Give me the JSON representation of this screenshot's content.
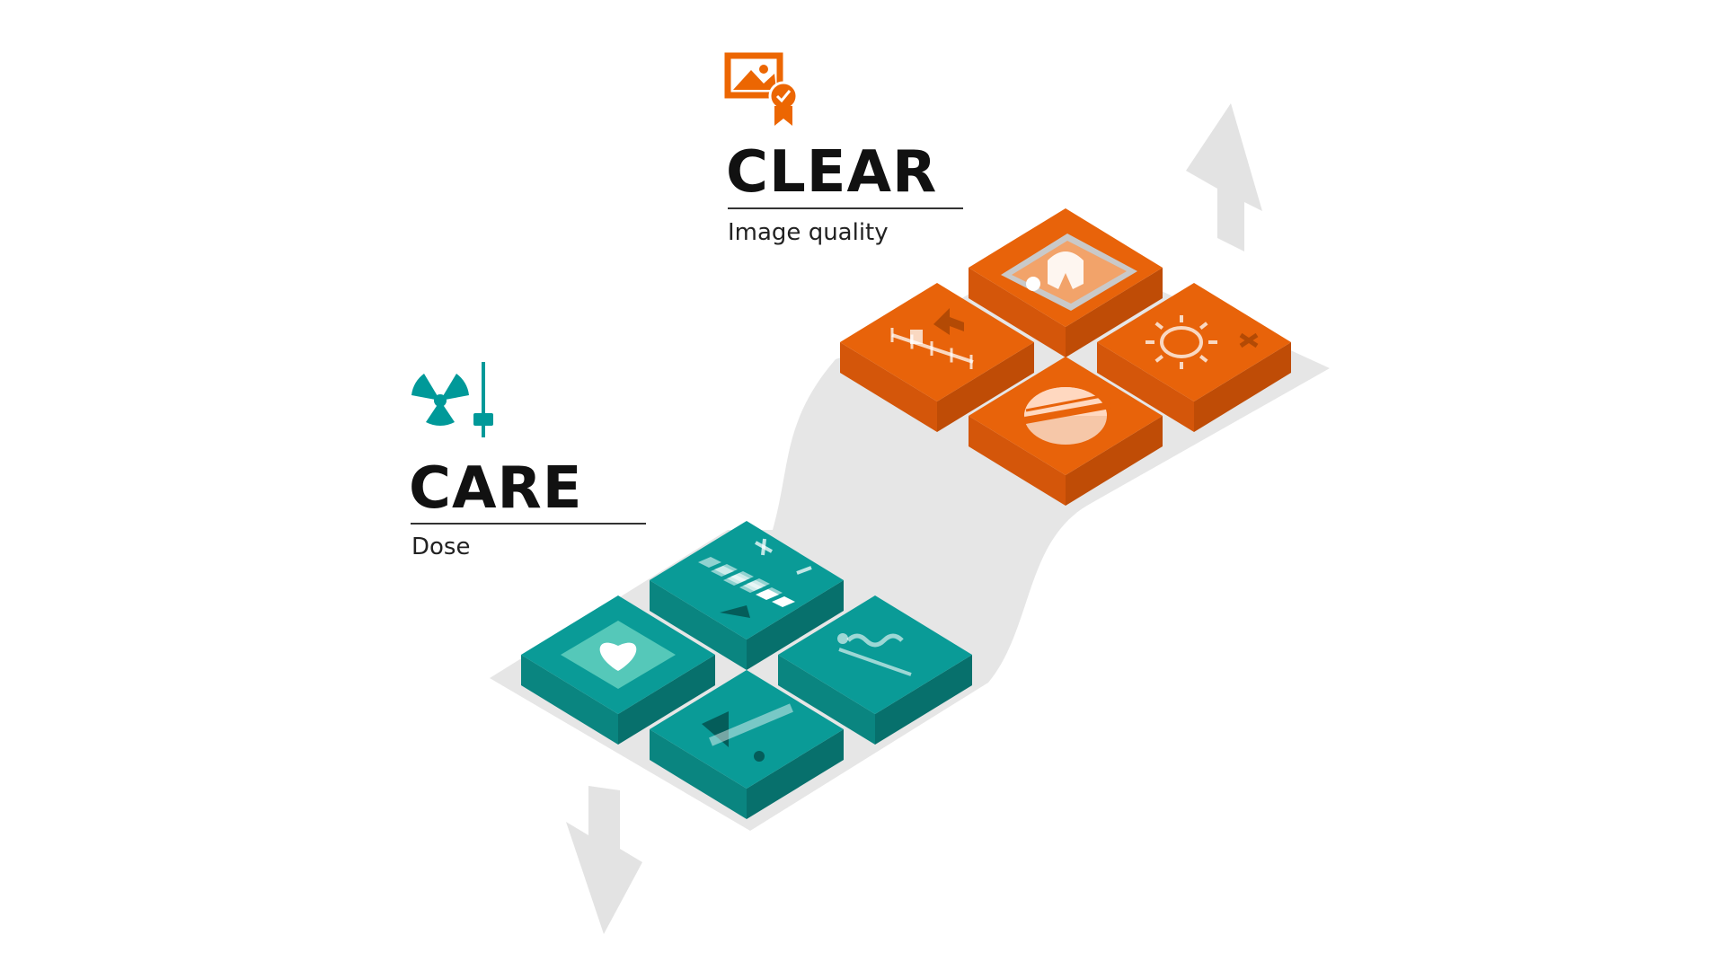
{
  "clear": {
    "title": "CLEAR",
    "subtitle": "Image quality",
    "color": "#ec6602",
    "top_color": "#e8630a",
    "side_left_color": "#d4560a",
    "side_right_color": "#bf4c06",
    "tiles": [
      {
        "icon": "image-frame-icon"
      },
      {
        "icon": "slider-up-icon"
      },
      {
        "icon": "sun-plus-icon"
      },
      {
        "icon": "half-circle-icon"
      }
    ]
  },
  "care": {
    "title": "CARE",
    "subtitle": "Dose",
    "color": "#009999",
    "top_color": "#0a9b97",
    "side_left_color": "#0a8580",
    "side_right_color": "#07706c",
    "tiles": [
      {
        "icon": "dose-grid-icon"
      },
      {
        "icon": "heart-icon"
      },
      {
        "icon": "caduceus-icon"
      },
      {
        "icon": "injector-icon"
      }
    ]
  },
  "badges": {
    "clear_icon": "image-quality-award-icon",
    "care_icon": "radiation-dose-slider-icon"
  },
  "arrows": {
    "up_icon": "arrow-up-icon",
    "down_icon": "arrow-down-icon"
  },
  "path_color": "#e6e6e6"
}
